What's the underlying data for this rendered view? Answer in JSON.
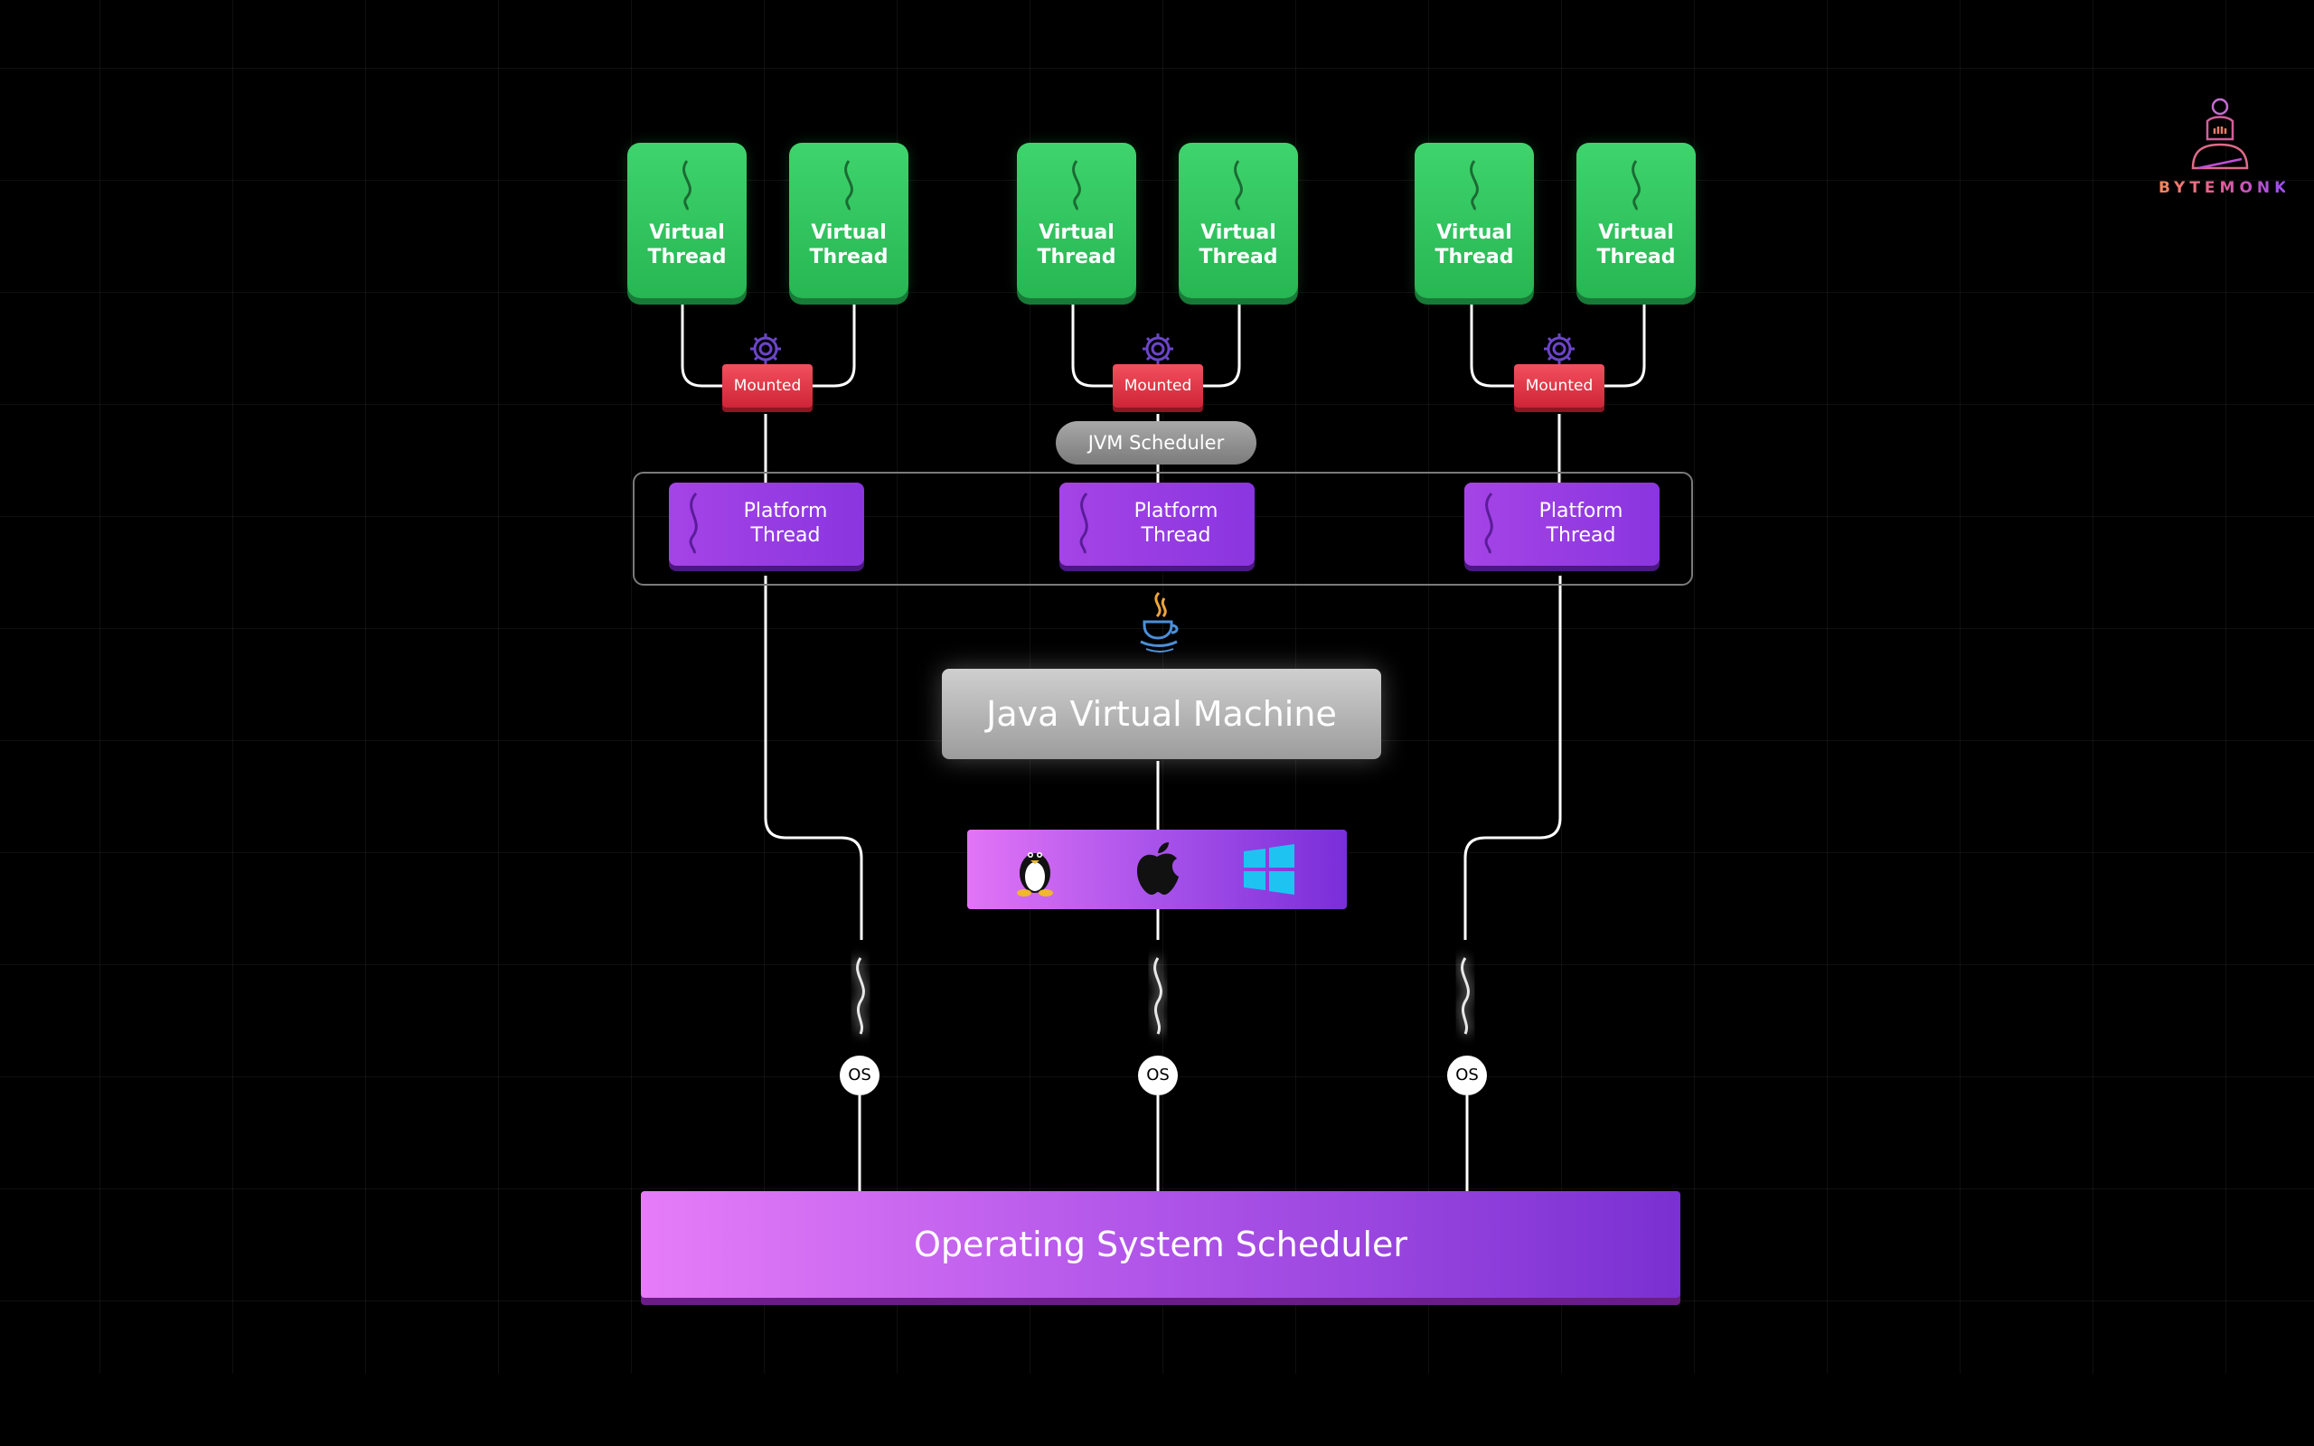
{
  "virtual_threads": [
    {
      "label": "Virtual\nThread"
    },
    {
      "label": "Virtual\nThread"
    },
    {
      "label": "Virtual\nThread"
    },
    {
      "label": "Virtual\nThread"
    },
    {
      "label": "Virtual\nThread"
    },
    {
      "label": "Virtual\nThread"
    }
  ],
  "mounted_labels": [
    "Mounted",
    "Mounted",
    "Mounted"
  ],
  "jvm_scheduler": "JVM Scheduler",
  "platform_threads": [
    {
      "label": "Platform\nThread"
    },
    {
      "label": "Platform\nThread"
    },
    {
      "label": "Platform\nThread"
    }
  ],
  "jvm": "Java Virtual Machine",
  "os_icons": [
    "linux-penguin-icon",
    "apple-icon",
    "windows-icon"
  ],
  "os_badges": [
    "OS",
    "OS",
    "OS"
  ],
  "os_scheduler": "Operating System Scheduler",
  "brand": "BYTEMONK",
  "colors": {
    "virtual_thread": "#34c65f",
    "mounted": "#e03545",
    "platform_thread": "#9a3fe4",
    "jvm": "#b5b5b5",
    "os_scheduler": "#b458ea"
  }
}
